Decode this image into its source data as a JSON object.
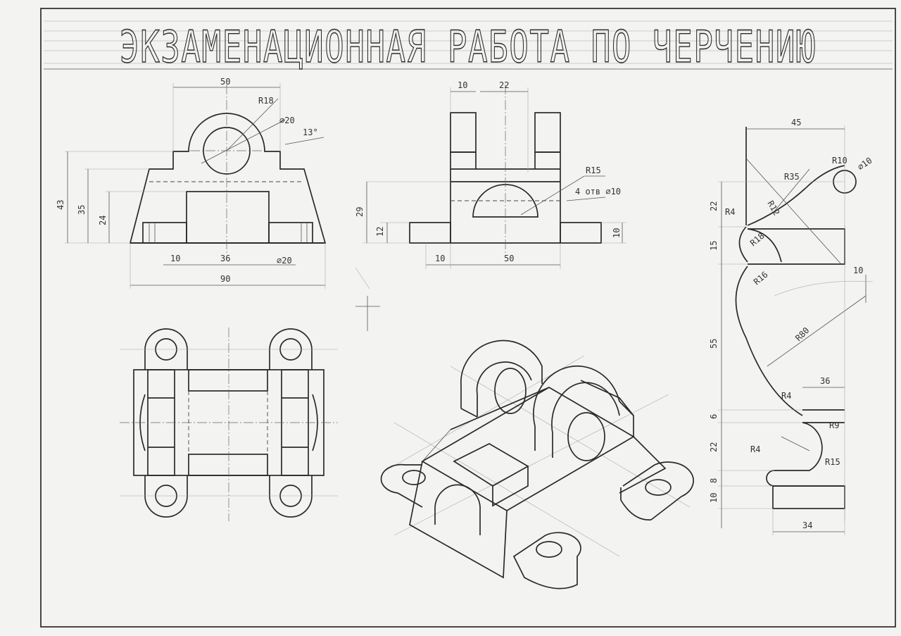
{
  "title": "ЭКЗАМЕНАЦИОННАЯ РАБОТА ПО ЧЕРЧЕНИЮ",
  "colors": {
    "paper": "#f3f3f1",
    "ink": "#2a2a2a"
  },
  "front_view": {
    "dims": {
      "top_width": "50",
      "radius": "R18",
      "hole": "⌀20",
      "angle": "13°",
      "h_total": "43",
      "h_mid": "35",
      "h_low": "24",
      "w_left": "10",
      "w_mid": "36",
      "hole_bottom": "⌀20",
      "w_total": "90"
    }
  },
  "side_view": {
    "dims": {
      "slot": "10",
      "gap": "22",
      "radius": "R15",
      "holes_note": "4 отв ⌀10",
      "h_total": "29",
      "h_low": "12",
      "h_small": "10",
      "w_left": "10",
      "w_total": "50"
    }
  },
  "profile_view": {
    "dims": {
      "top": "45",
      "r10": "R10",
      "r35": "R35",
      "r12": "R12",
      "hole": "⌀10",
      "r4a": "R4",
      "r18": "R18",
      "r16": "R16",
      "v22": "22",
      "v15": "15",
      "h10": "10",
      "r80": "R80",
      "v55": "55",
      "r4b": "R4",
      "w36": "36",
      "v6": "6",
      "r9": "R9",
      "r15": "R15",
      "v22b": "22",
      "r4c": "R4",
      "v8": "8",
      "v10": "10",
      "w34": "34"
    }
  }
}
